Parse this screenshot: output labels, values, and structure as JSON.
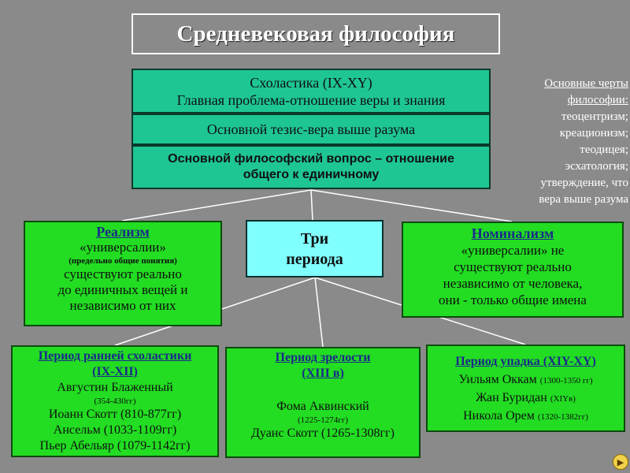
{
  "title": "Средневековая  философия",
  "scholastic": {
    "line1": "Схоластика (IX-XY)",
    "line2": "Главная проблема-отношение веры и знания",
    "thesis": "Основной тезис-вера выше разума",
    "question_line1": "Основной философский вопрос – отношение",
    "question_line2": "общего к единичному"
  },
  "features": {
    "heading_line1": "Основные черты",
    "heading_line2": "философии:",
    "items": [
      "теоцентризм;",
      "креационизм;",
      "теодицея;",
      "эсхатология;",
      "утверждение, что",
      "вера выше разума"
    ]
  },
  "realism": {
    "heading": "Реализм",
    "line1": "«универсалии»",
    "small": "(предельно общие понятия)",
    "line2": "существуют реально",
    "line3": "до единичных вещей и",
    "line4": "независимо от них"
  },
  "three_periods": {
    "line1": "Три",
    "line2": "периода"
  },
  "nominalism": {
    "heading": "Номинализм",
    "line1": "«универсалии» не",
    "line2": "существуют реально",
    "line3": "независимо от человека,",
    "line4": "они - только общие имена"
  },
  "period_early": {
    "heading_line1": "Период ранней схоластики",
    "heading_line2": "(IX-XII)",
    "name1": "Августин Блаженный",
    "dates1": "(354-430гг)",
    "name2": "Иоанн Скотт (810-877гг)",
    "name3": "Ансельм (1033-1109гг)",
    "name4": "Пьер Абельяр (1079-1142гг)"
  },
  "period_mature": {
    "heading_line1": "Период зрелости",
    "heading_line2": "(XIII в)",
    "name1": "Фома Аквинский",
    "dates1": "(1225-1274гг)",
    "name2": "Дуанс  Скотт (1265-1308гг)"
  },
  "period_decline": {
    "heading": "Период упадка (XIY-XY)",
    "name1": "Уильям Оккам",
    "dates1": "(1300-1350 гг)",
    "name2": "Жан Буридан",
    "dates2": "(XIYв)",
    "name3": "Никола Орем",
    "dates3": "(1320-1382гг)"
  },
  "colors": {
    "background": "#8a8a8a",
    "teal": "#1ec694",
    "green": "#22dd22",
    "cyan": "#80ffff",
    "heading_blue": "#1a2a8a"
  },
  "nav_icon": "next-slide-icon"
}
